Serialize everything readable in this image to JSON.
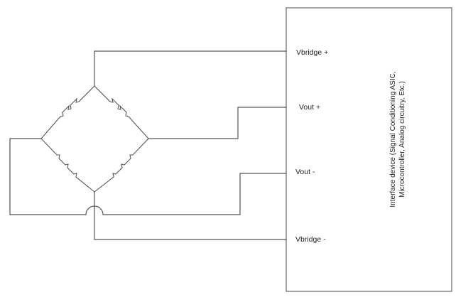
{
  "device": {
    "label_line1": "Interface device (Signal Conditioning ASIC,",
    "label_line2": "Microcontroller, Analog circuitry, Etc.)"
  },
  "pins": {
    "vbridge_plus": "Vbridge +",
    "vout_plus": "Vout +",
    "vout_minus": "Vout -",
    "vbridge_minus": "Vbridge -"
  }
}
